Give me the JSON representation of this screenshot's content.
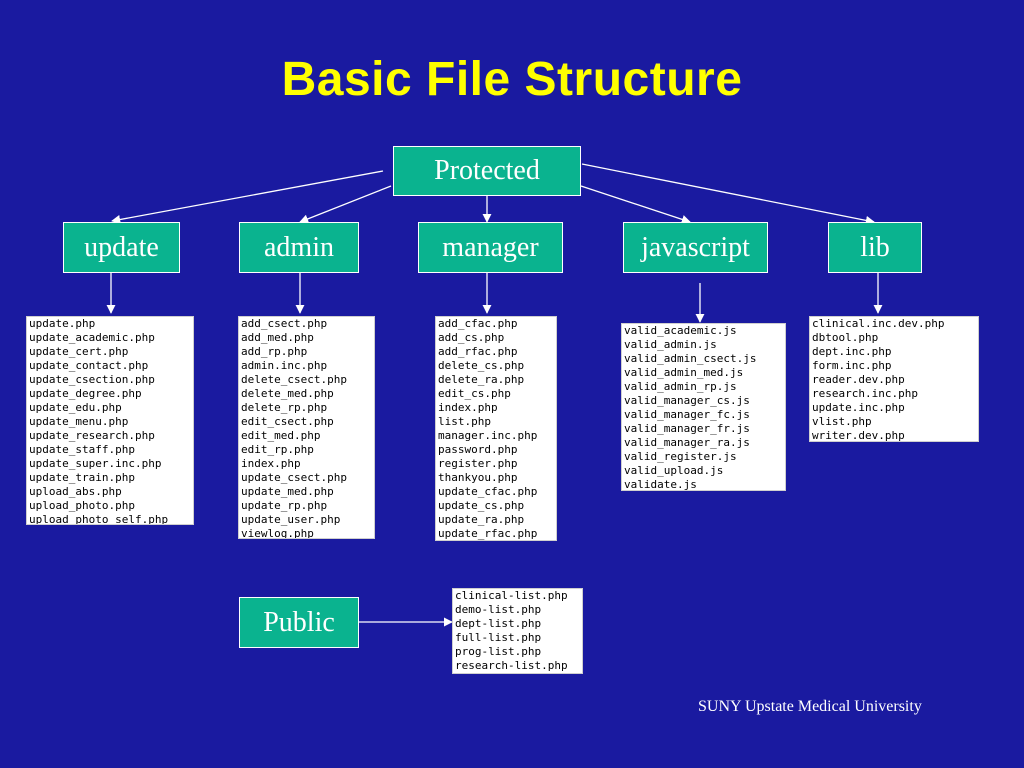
{
  "title": "Basic File Structure",
  "footer": "SUNY Upstate Medical University",
  "nodes": {
    "protected": "Protected",
    "update": "update",
    "admin": "admin",
    "manager": "manager",
    "javascript": "javascript",
    "lib": "lib",
    "public": "Public"
  },
  "files": {
    "update": [
      "update.php",
      "update_academic.php",
      "update_cert.php",
      "update_contact.php",
      "update_csection.php",
      "update_degree.php",
      "update_edu.php",
      "update_menu.php",
      "update_research.php",
      "update_staff.php",
      "update_super.inc.php",
      "update_train.php",
      "upload_abs.php",
      "upload_photo.php",
      "upload_photo_self.php"
    ],
    "admin": [
      "add_csect.php",
      "add_med.php",
      "add_rp.php",
      "admin.inc.php",
      "delete_csect.php",
      "delete_med.php",
      "delete_rp.php",
      "edit_csect.php",
      "edit_med.php",
      "edit_rp.php",
      "index.php",
      "update_csect.php",
      "update_med.php",
      "update_rp.php",
      "update_user.php",
      "viewlog.php"
    ],
    "manager": [
      "add_cfac.php",
      "add_cs.php",
      "add_rfac.php",
      "delete_cs.php",
      "delete_ra.php",
      "edit_cs.php",
      "index.php",
      "list.php",
      "manager.inc.php",
      "password.php",
      "register.php",
      "thankyou.php",
      "update_cfac.php",
      "update_cs.php",
      "update_ra.php",
      "update_rfac.php"
    ],
    "javascript": [
      "valid_academic.js",
      "valid_admin.js",
      "valid_admin_csect.js",
      "valid_admin_med.js",
      "valid_admin_rp.js",
      "valid_manager_cs.js",
      "valid_manager_fc.js",
      "valid_manager_fr.js",
      "valid_manager_ra.js",
      "valid_register.js",
      "valid_upload.js",
      "validate.js"
    ],
    "lib": [
      "clinical.inc.dev.php",
      "dbtool.php",
      "dept.inc.php",
      "form.inc.php",
      "reader.dev.php",
      "research.inc.php",
      "update.inc.php",
      "vlist.php",
      "writer.dev.php"
    ],
    "public": [
      "clinical-list.php",
      "demo-list.php",
      "dept-list.php",
      "full-list.php",
      "prog-list.php",
      "research-list.php"
    ]
  }
}
